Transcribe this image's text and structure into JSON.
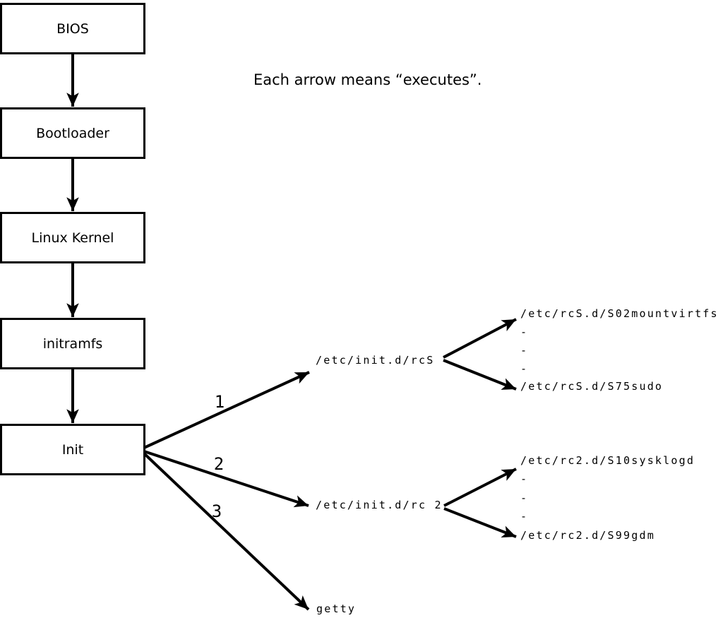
{
  "note": "Each arrow means “executes”.",
  "chain": [
    {
      "label": "BIOS"
    },
    {
      "label": "Bootloader"
    },
    {
      "label": "Linux Kernel"
    },
    {
      "label": "initramfs"
    },
    {
      "label": "Init"
    }
  ],
  "branches": [
    {
      "number": "1",
      "target": "/etc/init.d/rcS"
    },
    {
      "number": "2",
      "target": "/etc/init.d/rc 2"
    },
    {
      "number": "3",
      "target": "getty"
    }
  ],
  "rcS_scripts": [
    "/etc/rcS.d/S02mountvirtfs",
    "-",
    "-",
    "-",
    "/etc/rcS.d/S75sudo"
  ],
  "rc2_scripts": [
    "/etc/rc2.d/S10sysklogd",
    "-",
    "-",
    "-",
    "/etc/rc2.d/S99gdm"
  ],
  "colors": {
    "stroke": "#000000",
    "background": "#ffffff"
  }
}
